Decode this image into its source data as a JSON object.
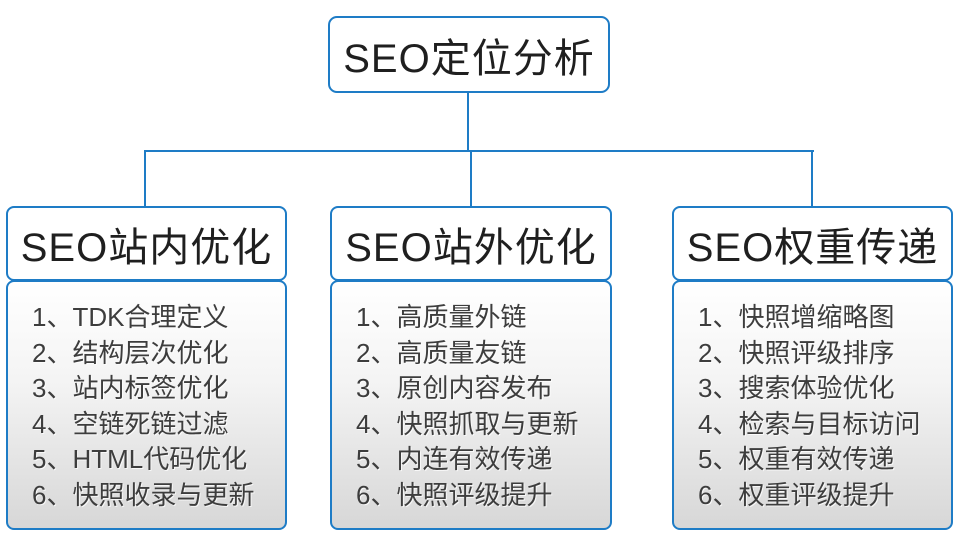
{
  "diagram": {
    "root": "SEO定位分析",
    "branches": [
      {
        "title": "SEO站内优化",
        "items": [
          "1、TDK合理定义",
          "2、结构层次优化",
          "3、站内标签优化",
          "4、空链死链过滤",
          "5、HTML代码优化",
          "6、快照收录与更新"
        ]
      },
      {
        "title": "SEO站外优化",
        "items": [
          "1、高质量外链",
          "2、高质量友链",
          "3、原创内容发布",
          "4、快照抓取与更新",
          "5、内连有效传递",
          "6、快照评级提升"
        ]
      },
      {
        "title": "SEO权重传递",
        "items": [
          "1、快照增缩略图",
          "2、快照评级排序",
          "3、搜索体验优化",
          "4、检索与目标访问",
          "5、权重有效传递",
          "6、权重评级提升"
        ]
      }
    ],
    "colors": {
      "line": "#1e7cc6",
      "header_text": "#1f1f1f",
      "item_text": "#3d3d3d",
      "body_gradient_top": "#ffffff",
      "body_gradient_bottom": "#d7d7d7"
    }
  }
}
